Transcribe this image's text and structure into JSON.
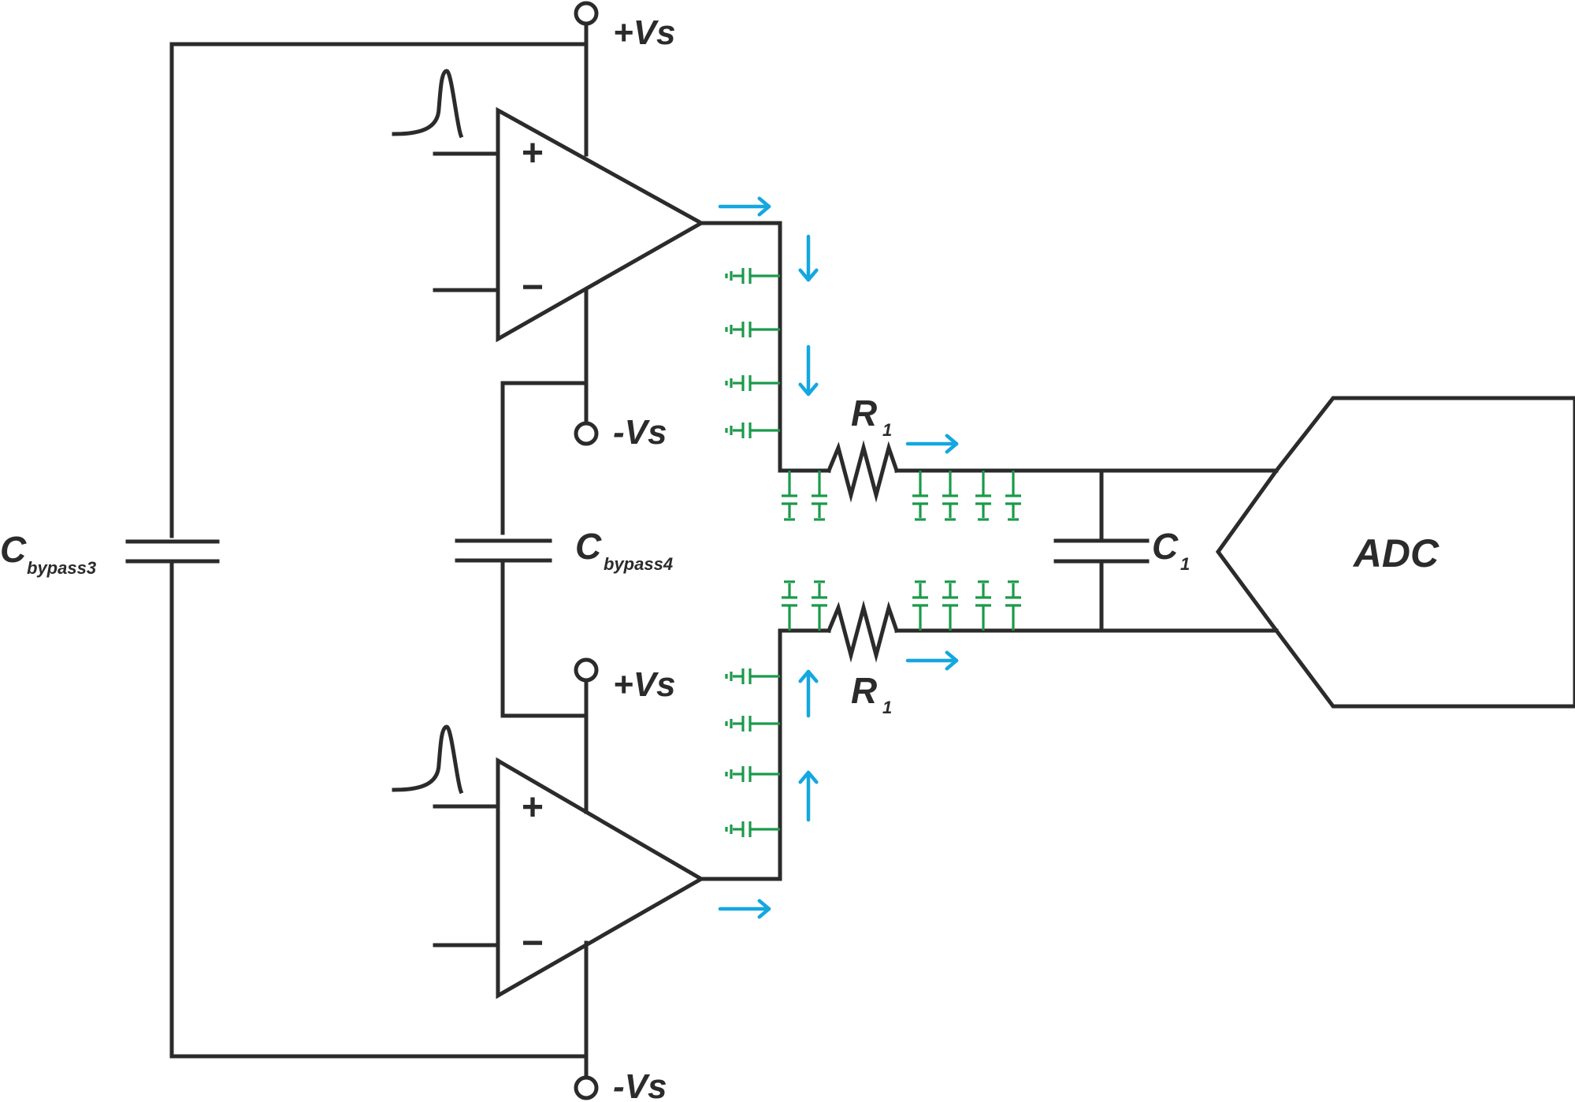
{
  "diagram": {
    "supply_labels": {
      "top_plus": "+Vs",
      "top_minus": "-Vs",
      "bottom_plus": "+Vs",
      "bottom_minus": "-Vs"
    },
    "opamp_top": {
      "plus_sign": "+",
      "minus_sign": "−"
    },
    "opamp_bottom": {
      "plus_sign": "+",
      "minus_sign": "−"
    },
    "cbypass3": {
      "main": "C",
      "sub": "bypass3"
    },
    "cbypass4": {
      "main": "C",
      "sub": "bypass4"
    },
    "r1_top": {
      "main": "R",
      "sub": "1"
    },
    "r1_bottom": {
      "main": "R",
      "sub": "1"
    },
    "c1": {
      "main": "C",
      "sub": "1"
    },
    "adc_label": "ADC",
    "colors": {
      "wire": "#2b2b2b",
      "parasitic": "#1a9a4a",
      "current_arrow": "#14a7e0"
    }
  }
}
